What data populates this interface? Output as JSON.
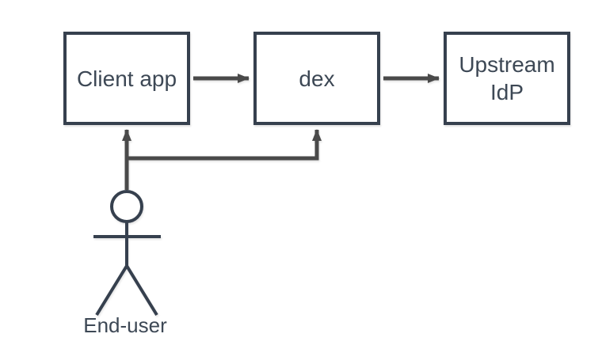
{
  "diagram": {
    "type": "flow",
    "colors": {
      "background": "#ffffff",
      "shape_stroke": "#36404e",
      "shape_fill": "#ffffff",
      "connector": "#4a4a4a",
      "text": "#3d4855"
    },
    "nodes": [
      {
        "id": "client-app",
        "label": "Client app"
      },
      {
        "id": "dex",
        "label": "dex"
      },
      {
        "id": "upstream-idp",
        "label": "Upstream IdP"
      }
    ],
    "actor": {
      "id": "end-user",
      "label": "End-user"
    },
    "edges": [
      {
        "from": "client-app",
        "to": "dex",
        "direction": "right"
      },
      {
        "from": "dex",
        "to": "upstream-idp",
        "direction": "right"
      },
      {
        "from": "end-user",
        "to": "client-app",
        "direction": "up"
      },
      {
        "from": "end-user",
        "to": "dex",
        "direction": "up"
      }
    ]
  }
}
